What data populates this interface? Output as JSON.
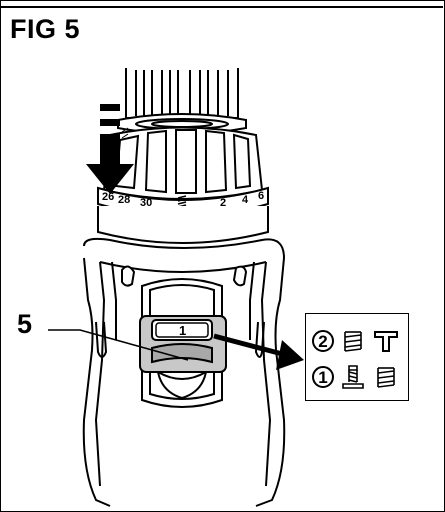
{
  "figure": {
    "title": "FIG 5",
    "callout": "5"
  },
  "dial": {
    "numbers": [
      "26",
      "28",
      "30",
      "2",
      "4",
      "6"
    ]
  },
  "selector": {
    "value": "1"
  },
  "legend": {
    "row2": {
      "number": "2",
      "icons": [
        "drill-bit-icon",
        "hammer-icon"
      ]
    },
    "row1": {
      "number": "1",
      "icons": [
        "screw-icon",
        "drill-bit-icon"
      ]
    }
  }
}
